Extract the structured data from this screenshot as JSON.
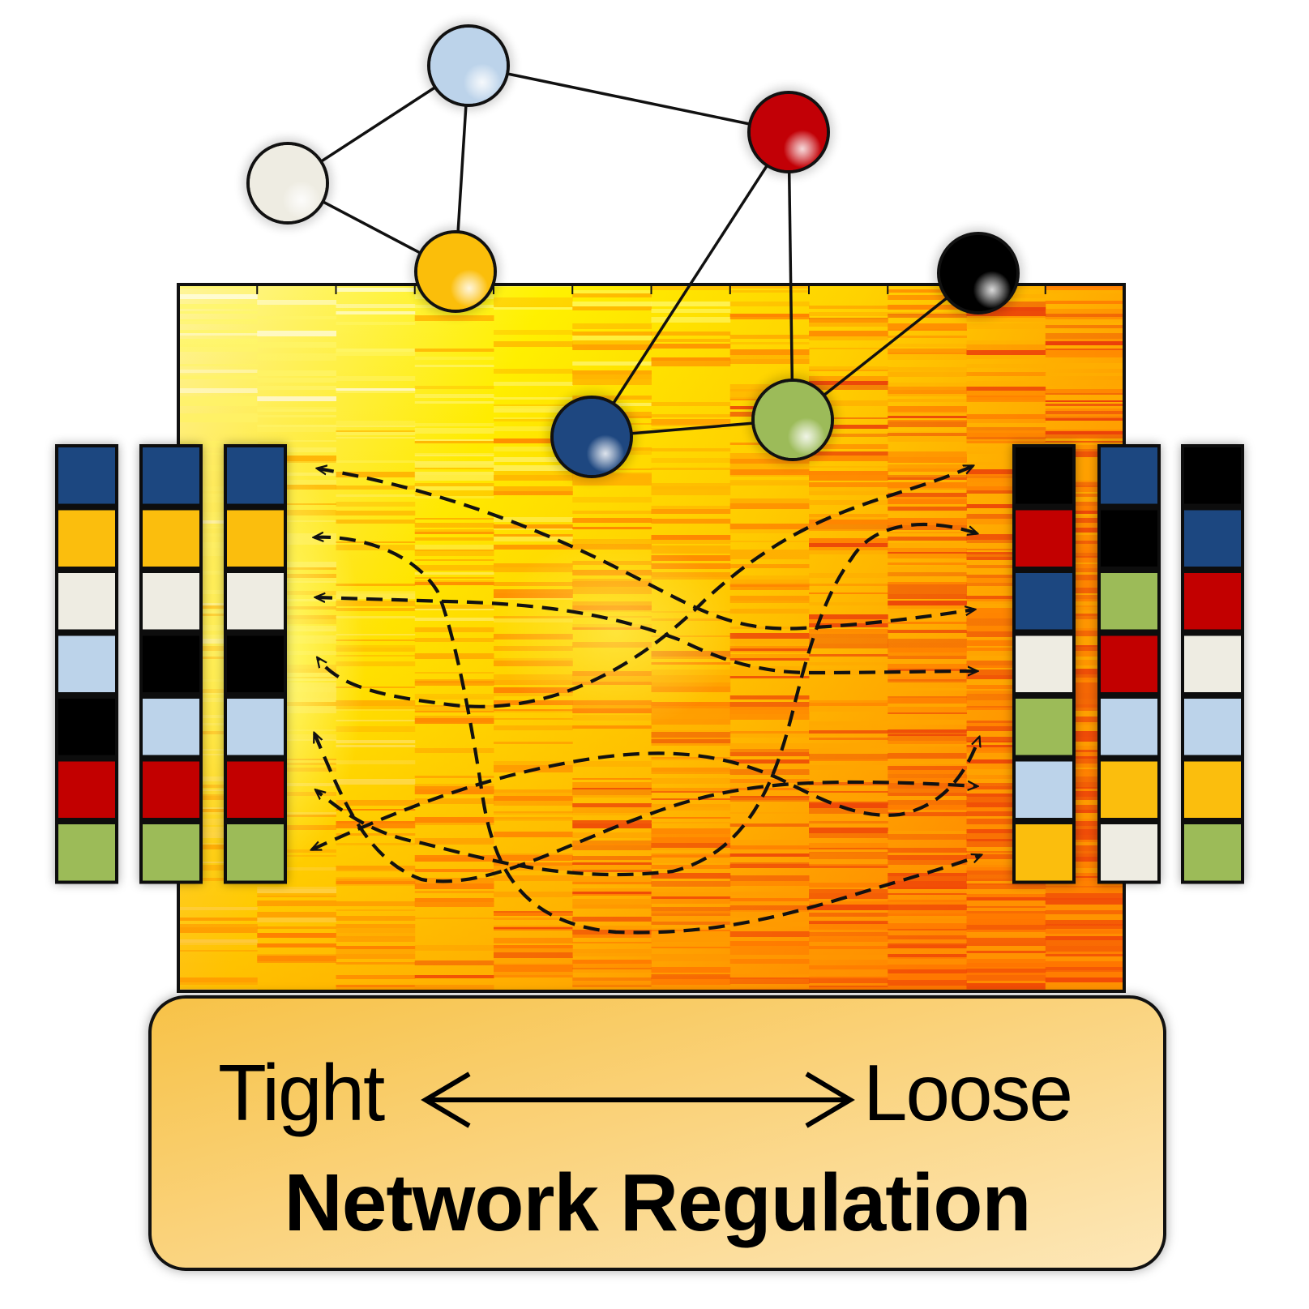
{
  "heatmap": {
    "columns": 12
  },
  "colors": {
    "dark_blue": "#1e4780",
    "orange_yellow": "#fbbe0a",
    "cream": "#eeece2",
    "light_blue": "#bcd3ea",
    "black": "#000000",
    "red": "#c20006",
    "green": "#9cbb59"
  },
  "network": {
    "nodes": [
      {
        "id": "light-blue",
        "color": "light_blue"
      },
      {
        "id": "cream",
        "color": "cream"
      },
      {
        "id": "orange-yellow",
        "color": "orange_yellow"
      },
      {
        "id": "red",
        "color": "red"
      },
      {
        "id": "dark-blue",
        "color": "dark_blue"
      },
      {
        "id": "green",
        "color": "green"
      },
      {
        "id": "black",
        "color": "black"
      }
    ],
    "edges": [
      [
        "light-blue",
        "cream"
      ],
      [
        "light-blue",
        "orange-yellow"
      ],
      [
        "light-blue",
        "red"
      ],
      [
        "cream",
        "orange-yellow"
      ],
      [
        "red",
        "dark-blue"
      ],
      [
        "red",
        "green"
      ],
      [
        "dark-blue",
        "green"
      ],
      [
        "green",
        "black"
      ]
    ]
  },
  "left_columns": [
    [
      "dark_blue",
      "orange_yellow",
      "cream",
      "light_blue",
      "black",
      "red",
      "green"
    ],
    [
      "dark_blue",
      "orange_yellow",
      "cream",
      "black",
      "light_blue",
      "red",
      "green"
    ],
    [
      "dark_blue",
      "orange_yellow",
      "cream",
      "black",
      "light_blue",
      "red",
      "green"
    ]
  ],
  "right_columns": [
    [
      "black",
      "red",
      "dark_blue",
      "cream",
      "green",
      "light_blue",
      "orange_yellow"
    ],
    [
      "dark_blue",
      "black",
      "green",
      "red",
      "light_blue",
      "orange_yellow",
      "cream"
    ],
    [
      "black",
      "dark_blue",
      "red",
      "cream",
      "light_blue",
      "orange_yellow",
      "green"
    ]
  ],
  "label": {
    "left": "Tight",
    "right": "Loose",
    "title": "Network Regulation"
  }
}
